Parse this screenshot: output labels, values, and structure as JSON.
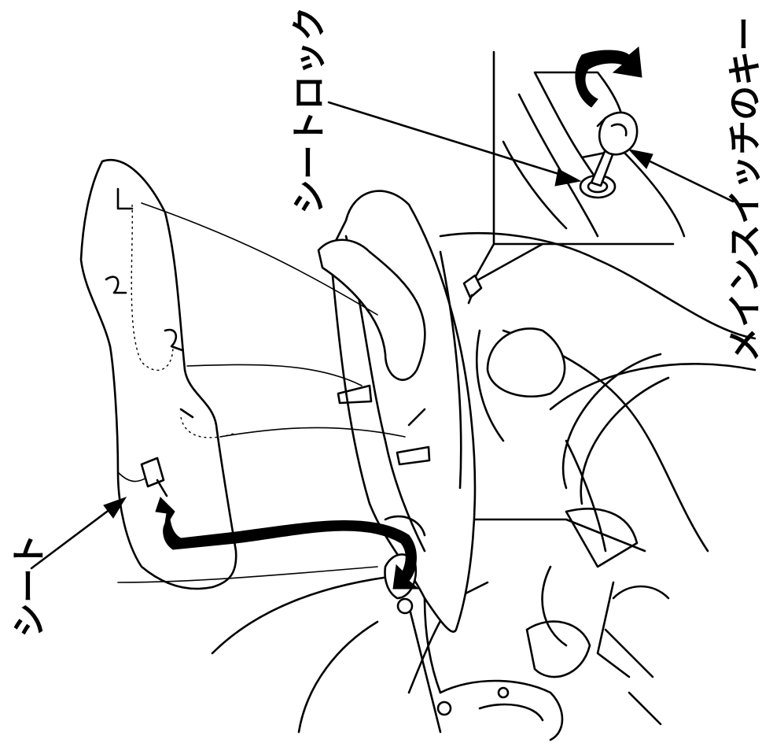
{
  "labels": {
    "seat": "シート",
    "seat_lock": "シートロック",
    "main_switch_key": "メインスイッチのキー"
  },
  "colors": {
    "ink": "#000000",
    "paper": "#ffffff"
  }
}
